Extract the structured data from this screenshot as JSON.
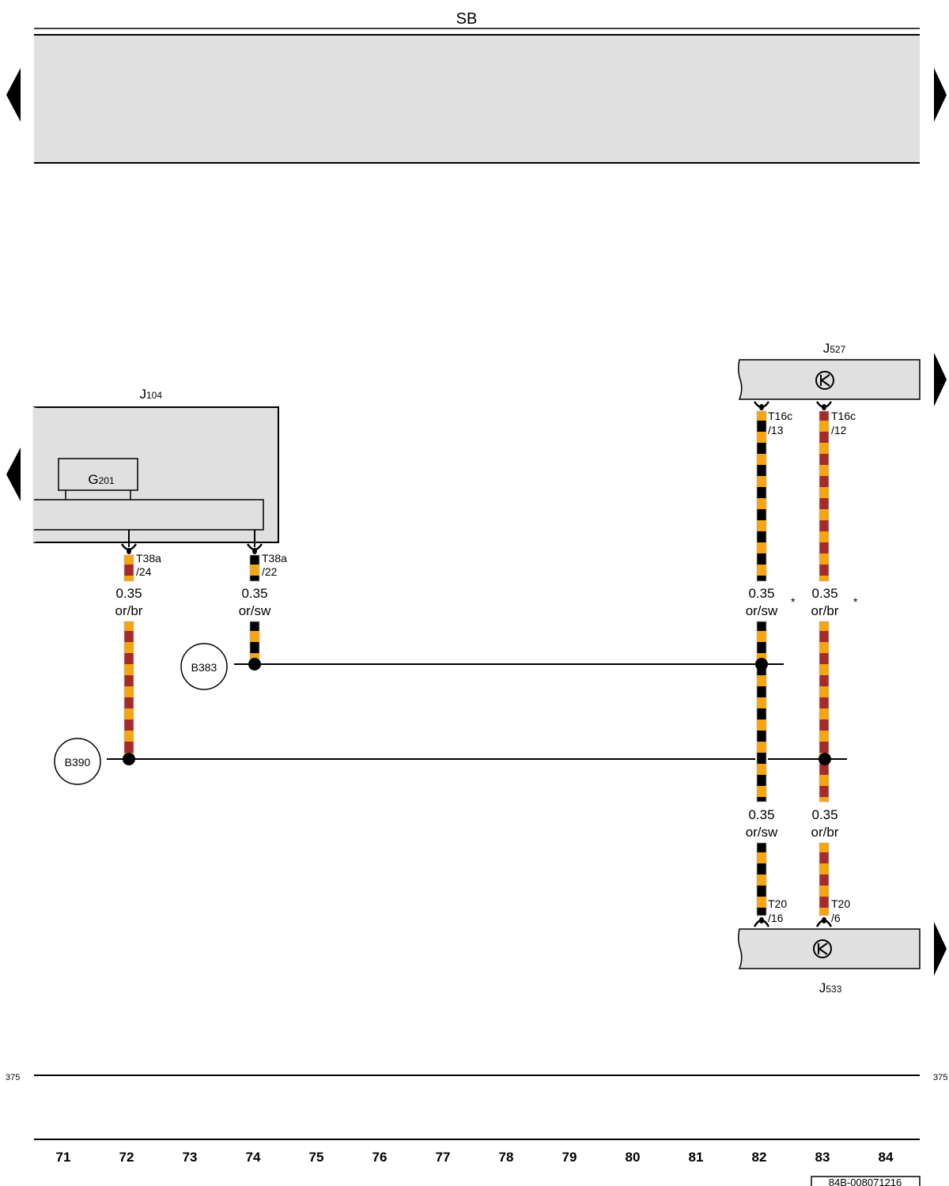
{
  "top_bus": {
    "label": "SB"
  },
  "components": {
    "j104": {
      "prefix": "J",
      "sub": "104"
    },
    "g201": {
      "prefix": "G",
      "sub": "201"
    },
    "j527": {
      "prefix": "J",
      "sub": "527"
    },
    "j533": {
      "prefix": "J",
      "sub": "533"
    }
  },
  "pins": {
    "t38a_24": {
      "line1": "T38a",
      "line2": "/24"
    },
    "t38a_22": {
      "line1": "T38a",
      "line2": "/22"
    },
    "t16c_13": {
      "line1": "T16c",
      "line2": "/13"
    },
    "t16c_12": {
      "line1": "T16c",
      "line2": "/12"
    },
    "t20_16": {
      "line1": "T20",
      "line2": "/16"
    },
    "t20_6": {
      "line1": "T20",
      "line2": "/6"
    }
  },
  "wires": {
    "w72": {
      "size": "0.35",
      "color": "or/br"
    },
    "w74": {
      "size": "0.35",
      "color": "or/sw"
    },
    "w82_upper": {
      "size": "0.35",
      "color": "or/sw",
      "note": "*"
    },
    "w83_upper": {
      "size": "0.35",
      "color": "or/br",
      "note": "*"
    },
    "w82_lower": {
      "size": "0.35",
      "color": "or/sw"
    },
    "w83_lower": {
      "size": "0.35",
      "color": "or/br"
    }
  },
  "connectors": {
    "b383": "B383",
    "b390": "B390"
  },
  "page": {
    "ref_left": "375",
    "ref_right": "375",
    "doc_id": "84B-008071216"
  },
  "columns": [
    "71",
    "72",
    "73",
    "74",
    "75",
    "76",
    "77",
    "78",
    "79",
    "80",
    "81",
    "82",
    "83",
    "84"
  ],
  "colors": {
    "orange": "#f5a50f",
    "brown": "#a52a2a",
    "black": "#000000",
    "panel": "#e0e0e0"
  }
}
